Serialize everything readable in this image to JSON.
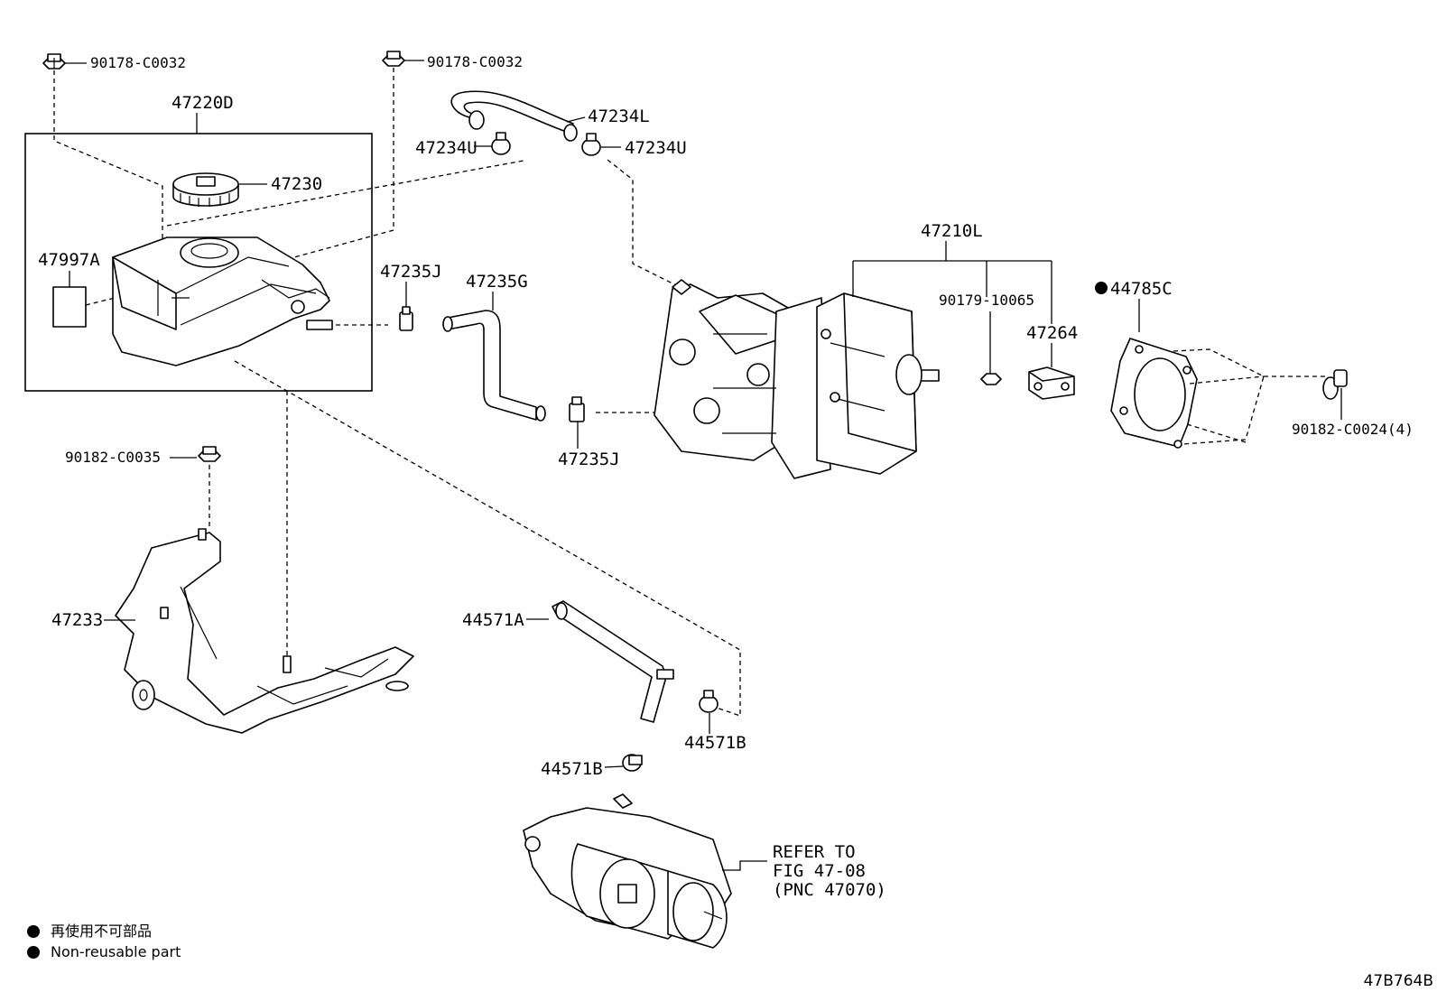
{
  "labels": {
    "nut_left": "90178-C0032",
    "nut_right": "90178-C0032",
    "reservoir_assy": "47220D",
    "cap": "47230",
    "label_plate": "47997A",
    "hose_upper": "47234L",
    "clamp_upper_left": "47234U",
    "clamp_upper_right": "47234U",
    "clamp_j_upper": "47235J",
    "hose_g": "47235G",
    "clamp_j_lower": "47235J",
    "booster_assy": "47210L",
    "booster_nut": "90179-10065",
    "bracket_264": "47264",
    "gasket": "44785C",
    "booster_nut_mount": "90182-C0024(4)",
    "bracket_nut": "90182-C0035",
    "bracket": "47233",
    "hose_a": "44571A",
    "clamp_b_right": "44571B",
    "clamp_b_left": "44571B",
    "refer_line1": "REFER TO",
    "refer_line2": "FIG 47-08",
    "refer_line3": "(PNC 47070)"
  },
  "legend": {
    "japanese": "再使用不可部品",
    "english": "Non-reusable part"
  },
  "figure_code": "47B764B",
  "colors": {
    "line": "#000000",
    "background": "#ffffff"
  }
}
